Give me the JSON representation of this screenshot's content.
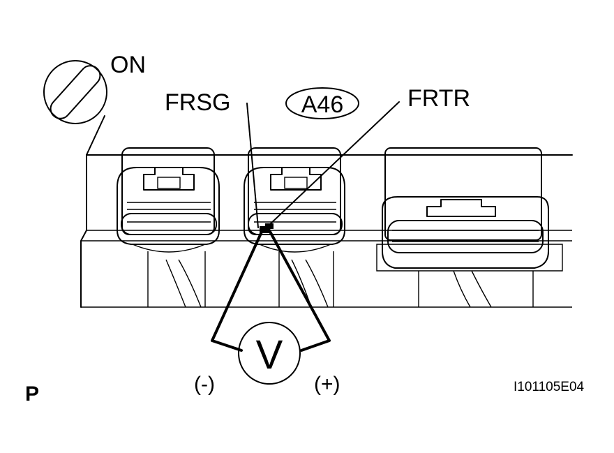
{
  "ignition_label": "ON",
  "connector_label": "A46",
  "terminal_negative": "FRSG",
  "terminal_positive": "FRTR",
  "meter_symbol": "V",
  "polarity_negative": "(-)",
  "polarity_positive": "(+)",
  "corner_mark": "P",
  "figure_id": "I101105E04"
}
